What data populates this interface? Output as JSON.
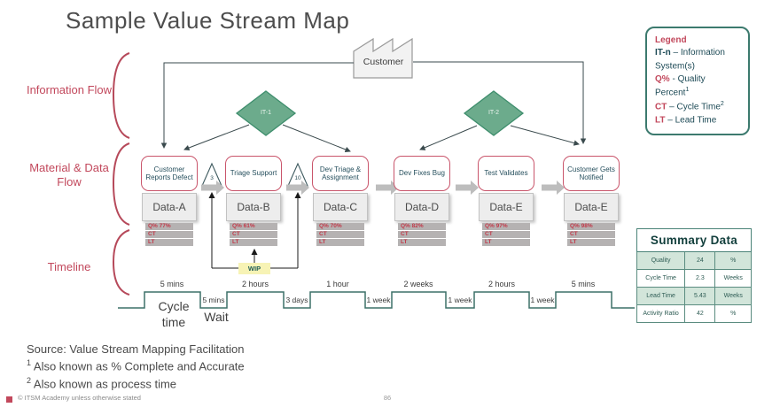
{
  "slide": {
    "title": "Sample Value Stream Map",
    "page_number": "86",
    "copyright": "© ITSM Academy unless otherwise stated"
  },
  "row_labels": {
    "information_flow": "Information Flow",
    "material_data_flow": "Material & Data Flow",
    "timeline": "Timeline"
  },
  "customer_label": "Customer",
  "it_systems": [
    "IT-1",
    "IT-2"
  ],
  "legend": {
    "title": "Legend",
    "items": [
      {
        "term": "IT-n",
        "sep": " – ",
        "desc": "Information System(s)",
        "sup": ""
      },
      {
        "term": "Q%",
        "sep": " - ",
        "desc": "Quality Percent",
        "sup": "1"
      },
      {
        "term": "CT",
        "sep": " – ",
        "desc": "Cycle Time",
        "sup": "2"
      },
      {
        "term": "LT",
        "sep": " – ",
        "desc": "Lead Time",
        "sup": ""
      }
    ]
  },
  "inventory_buffers": [
    {
      "count": "3"
    },
    {
      "count": "10"
    }
  ],
  "wip": {
    "label": "WIP"
  },
  "processes": [
    {
      "name": "Customer Reports Defect",
      "data_system": "Data-A",
      "quality": "Q%  77%",
      "ct": "CT",
      "lt": "LT"
    },
    {
      "name": "Triage Support",
      "data_system": "Data-B",
      "quality": "Q%  61%",
      "ct": "CT",
      "lt": "LT"
    },
    {
      "name": "Dev Triage & Assignment",
      "data_system": "Data-C",
      "quality": "Q%  70%",
      "ct": "CT",
      "lt": "LT"
    },
    {
      "name": "Dev Fixes Bug",
      "data_system": "Data-D",
      "quality": "Q%  82%",
      "ct": "CT",
      "lt": "LT"
    },
    {
      "name": "Test Validates",
      "data_system": "Data-E",
      "quality": "Q%  97%",
      "ct": "CT",
      "lt": "LT"
    },
    {
      "name": "Customer Gets Notified",
      "data_system": "Data-E",
      "quality": "Q%  98%",
      "ct": "CT",
      "lt": "LT"
    }
  ],
  "timeline": {
    "cycle_time_label": "Cycle time",
    "wait_label": "Wait",
    "cycle_times": [
      "5 mins",
      "2 hours",
      "1 hour",
      "2 weeks",
      "2 hours",
      "5 mins"
    ],
    "wait_times": [
      "5 mins",
      "3 days",
      "1 week",
      "1 week",
      "1 week"
    ]
  },
  "summary_table": {
    "title": "Summary Data",
    "rows": [
      {
        "metric": "Quality",
        "value": "24",
        "unit": "%"
      },
      {
        "metric": "Cycle Time",
        "value": "2.3",
        "unit": "Weeks"
      },
      {
        "metric": "Lead Time",
        "value": "5.43",
        "unit": "Weeks"
      },
      {
        "metric": "Activity Ratio",
        "value": "42",
        "unit": "%"
      }
    ]
  },
  "source": {
    "line1": "Source: Value Stream Mapping Facilitation",
    "note1_sup": "1",
    "note1": " Also known as % Complete and Accurate",
    "note2_sup": "2",
    "note2": " Also known as process time"
  },
  "colors": {
    "accent_red": "#c2485c",
    "teal_line": "#3d7068",
    "diamond_green": "#6cab8c",
    "table_row_green": "#d2e5da"
  }
}
